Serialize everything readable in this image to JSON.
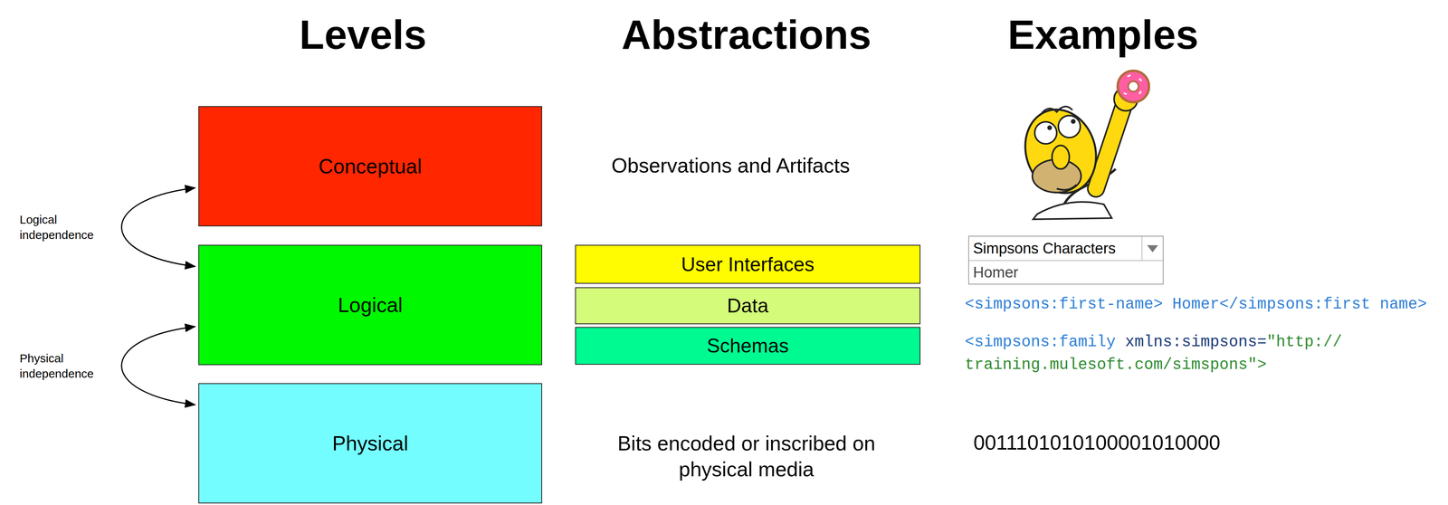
{
  "diagram": {
    "nodes": [
      {
        "text": [
          "Conceptual"
        ]
      },
      {
        "text": [
          "Logical"
        ]
      },
      {
        "text": [
          "Physical"
        ]
      },
      {
        "text": [
          "User Interfaces"
        ]
      },
      {
        "text": [
          "Data"
        ]
      },
      {
        "text": [
          "Schemas"
        ]
      },
      {
        "text": [
          "Simpsons Characters",
          "Homer"
        ]
      }
    ],
    "edges": [
      {
        "from": 0,
        "to": 1,
        "arrow": "both",
        "label": "Logical independence"
      },
      {
        "from": 1,
        "to": 2,
        "arrow": "both",
        "label": "Physical independence"
      }
    ],
    "labels": [
      "Levels",
      "Abstractions",
      "Examples",
      "Observations and Artifacts",
      "Bits encoded or inscribed on physical media",
      "<simpsons:first-name> Homer</simpsons:first name>",
      "<simpsons:family",
      "xmlns:simpsons=",
      "\"http:// training.mulesoft.com/simspons\">",
      "0011101010100001010000"
    ]
  }
}
